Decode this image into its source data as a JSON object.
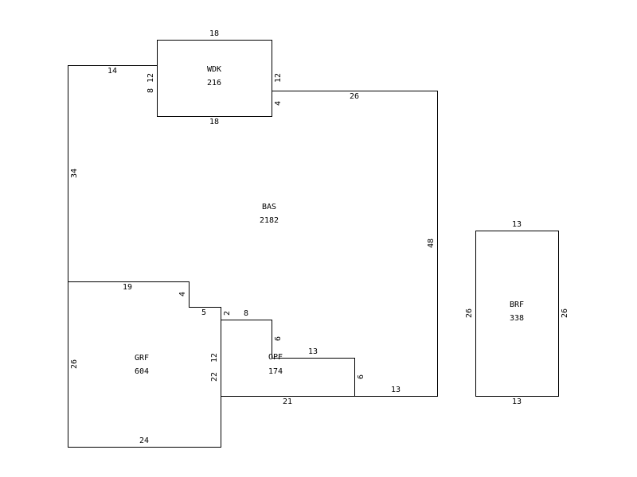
{
  "colors": {
    "background": "#ffffff",
    "line": "#000000"
  },
  "areas": {
    "wdk": {
      "code": "WDK",
      "sqft": "216"
    },
    "bas": {
      "code": "BAS",
      "sqft": "2182"
    },
    "grf": {
      "code": "GRF",
      "sqft": "604"
    },
    "opf": {
      "code": "OPF",
      "sqft": "174"
    },
    "brf": {
      "code": "BRF",
      "sqft": "338"
    }
  },
  "dims": {
    "wdk_top": "18",
    "wdk_bottom": "18",
    "wdk_left_12": "12",
    "wdk_left_8": "8",
    "wdk_right_12": "12",
    "wdk_right_4": "4",
    "bas_top_14": "14",
    "bas_top_26": "26",
    "bas_left_34": "34",
    "bas_right_48": "48",
    "grf_top_19": "19",
    "grf_step_4": "4",
    "grf_step_5": "5",
    "grf_left_26": "26",
    "grf_right_12": "12",
    "grf_right_22": "22",
    "grf_bottom_24": "24",
    "opf_left_2": "2",
    "opf_top_8": "8",
    "opf_step_6": "6",
    "opf_top_13": "13",
    "opf_right_6": "6",
    "opf_bottom_21": "21",
    "bas_bottom_13": "13",
    "brf_top": "13",
    "brf_bottom": "13",
    "brf_left": "26",
    "brf_right": "26"
  }
}
